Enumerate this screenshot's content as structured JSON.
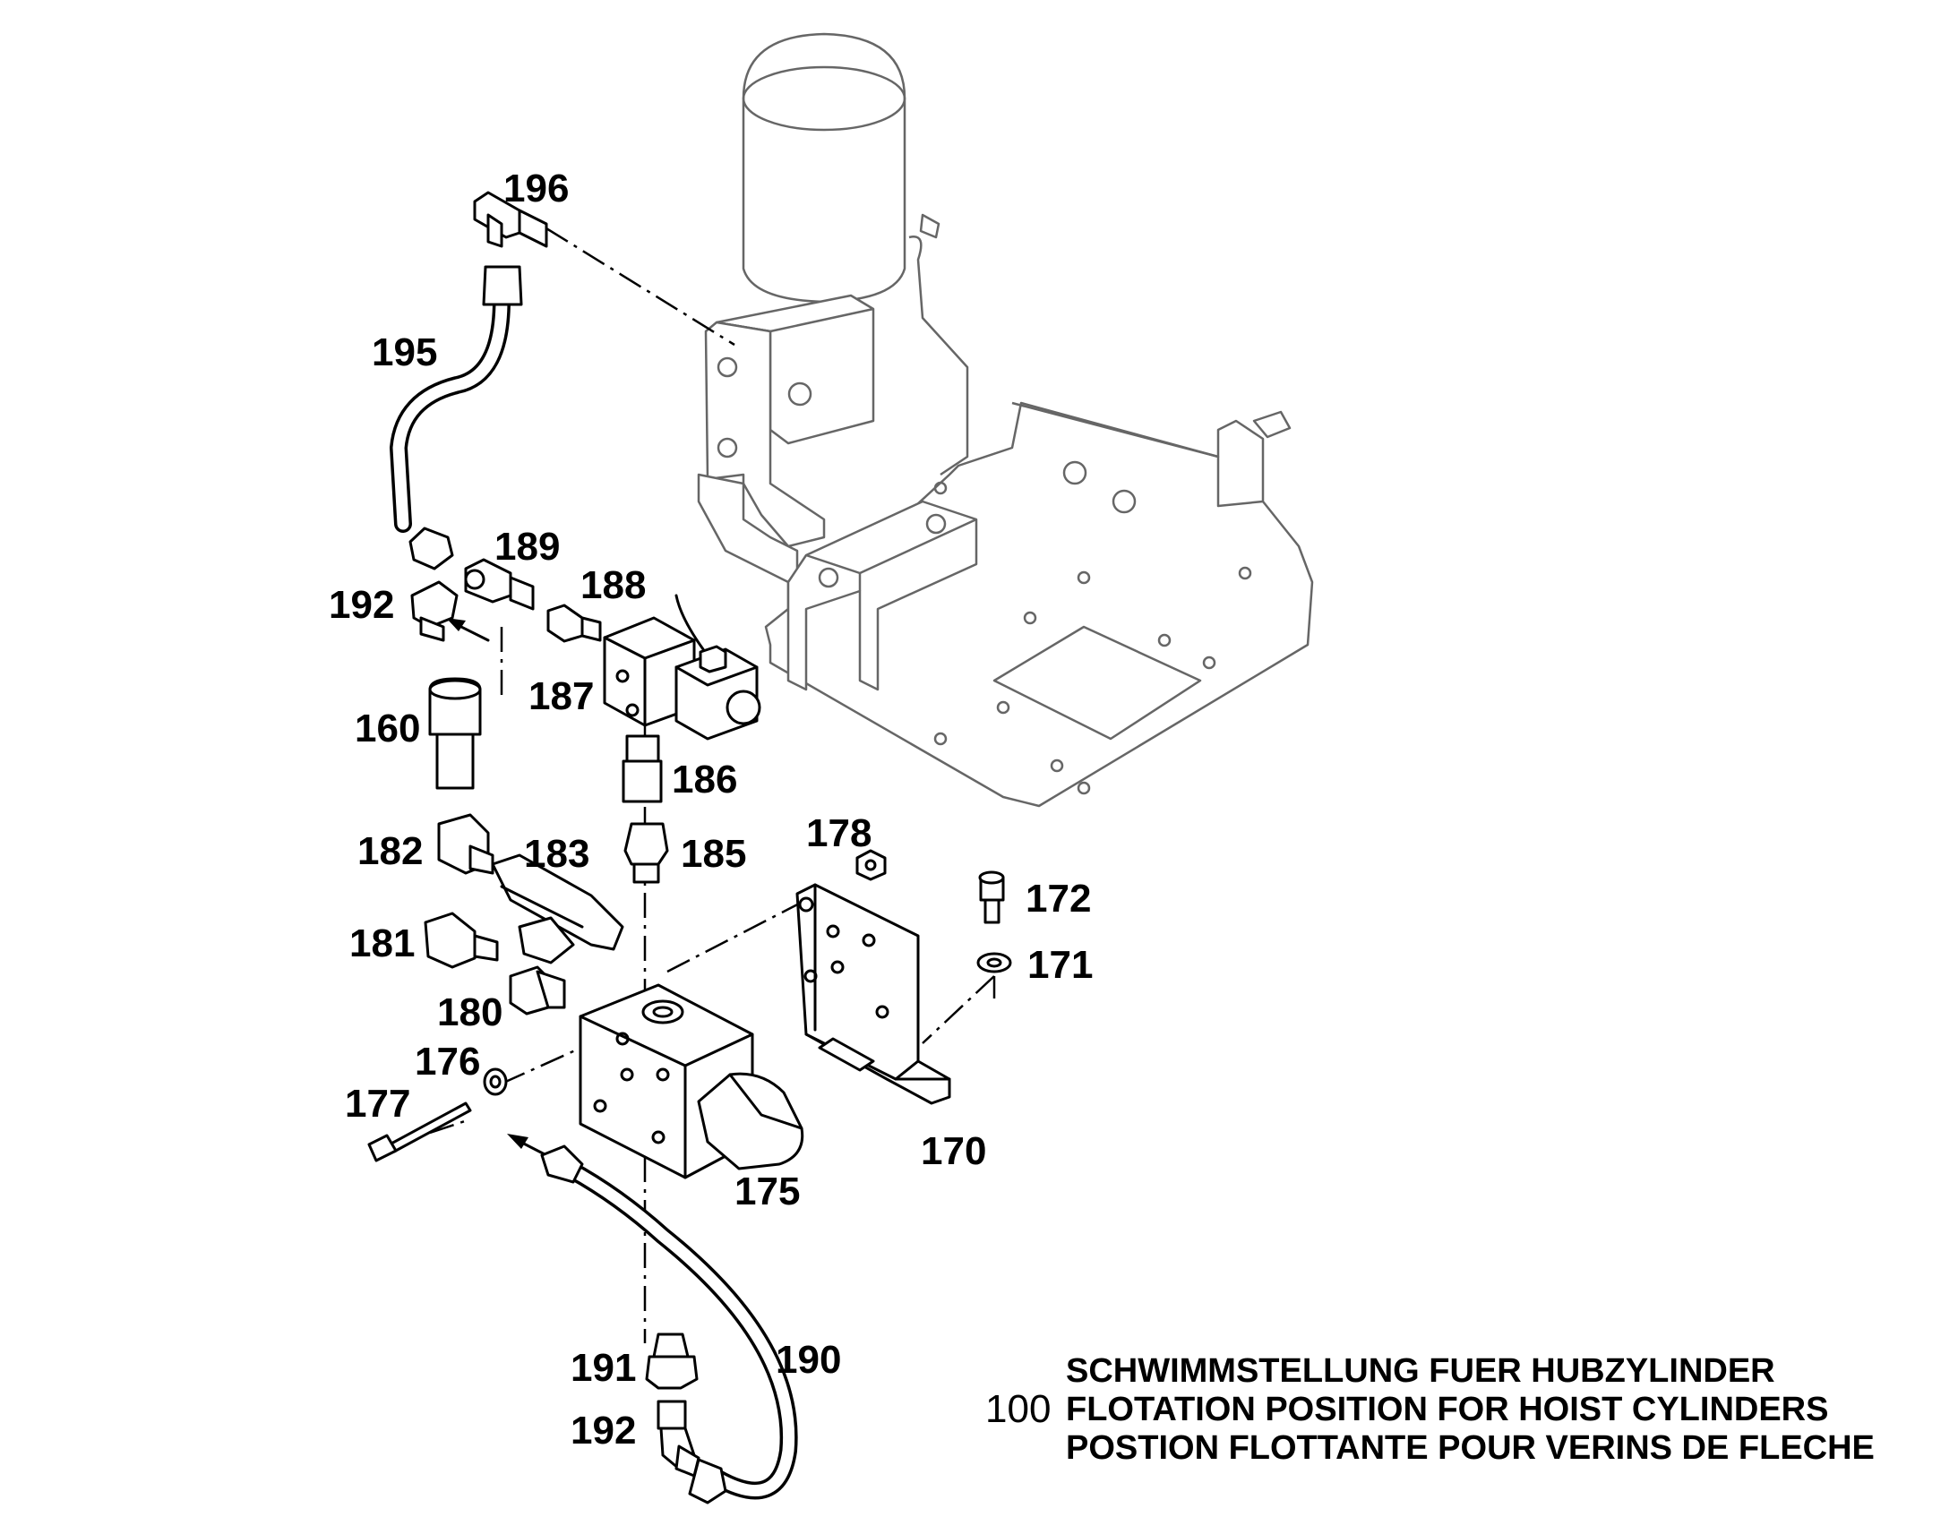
{
  "diagram": {
    "callouts": [
      {
        "id": "c196",
        "label": "196"
      },
      {
        "id": "c195",
        "label": "195"
      },
      {
        "id": "c189",
        "label": "189"
      },
      {
        "id": "c192a",
        "label": "192"
      },
      {
        "id": "c188",
        "label": "188"
      },
      {
        "id": "c187",
        "label": "187"
      },
      {
        "id": "c160",
        "label": "160"
      },
      {
        "id": "c186",
        "label": "186"
      },
      {
        "id": "c182",
        "label": "182"
      },
      {
        "id": "c183",
        "label": "183"
      },
      {
        "id": "c185",
        "label": "185"
      },
      {
        "id": "c178",
        "label": "178"
      },
      {
        "id": "c172",
        "label": "172"
      },
      {
        "id": "c171",
        "label": "171"
      },
      {
        "id": "c181",
        "label": "181"
      },
      {
        "id": "c180",
        "label": "180"
      },
      {
        "id": "c176",
        "label": "176"
      },
      {
        "id": "c177",
        "label": "177"
      },
      {
        "id": "c170",
        "label": "170"
      },
      {
        "id": "c175",
        "label": "175"
      },
      {
        "id": "c191",
        "label": "191"
      },
      {
        "id": "c190",
        "label": "190"
      },
      {
        "id": "c192b",
        "label": "192"
      }
    ],
    "title_block": {
      "number": "100",
      "line_de": "SCHWIMMSTELLUNG FUER HUBZYLINDER",
      "line_en": "FLOTATION POSITION FOR HOIST CYLINDERS",
      "line_fr": "POSTION FLOTTANTE POUR VERINS DE FLECHE"
    }
  }
}
